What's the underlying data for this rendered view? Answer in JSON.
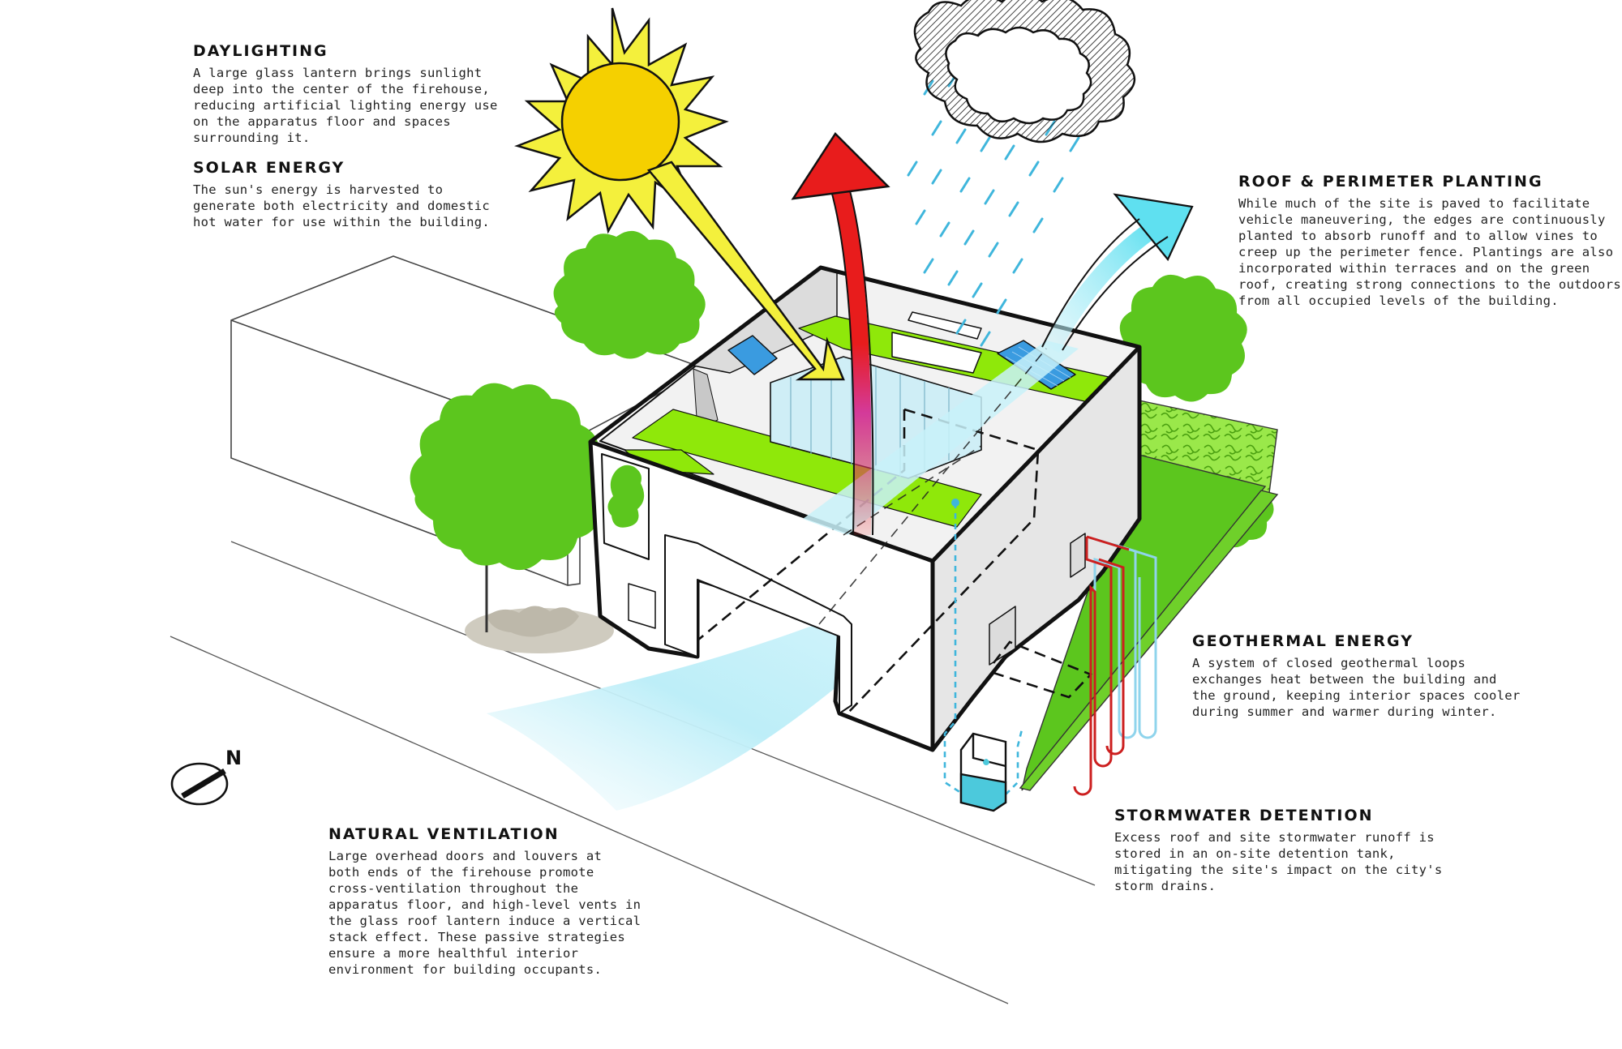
{
  "sections": [
    {
      "key": "daylighting",
      "title": "DAYLIGHTING",
      "body": "A large glass lantern brings sunlight\ndeep into the center of the firehouse,\nreducing artificial lighting energy use\non the apparatus floor and spaces\nsurrounding it."
    },
    {
      "key": "solar",
      "title": "SOLAR ENERGY",
      "body": "The sun's energy is harvested to\ngenerate both electricity and domestic\nhot water for use within the building."
    },
    {
      "key": "planting",
      "title": "ROOF & PERIMETER PLANTING",
      "body": "While much of the site is paved to facilitate\nvehicle maneuvering, the edges are continuously\nplanted to absorb runoff and to allow vines to\ncreep up the perimeter fence.  Plantings are also\nincorporated within terraces and on the green\nroof, creating strong connections to the outdoors\nfrom all occupied levels of the building."
    },
    {
      "key": "geothermal",
      "title": "GEOTHERMAL ENERGY",
      "body": "A system of closed geothermal loops\nexchanges heat between the building and\nthe ground, keeping interior spaces cooler\nduring summer and warmer during winter."
    },
    {
      "key": "stormwater",
      "title": "STORMWATER DETENTION",
      "body": "Excess roof and site stormwater runoff is\nstored in an on-site detention tank,\nmitigating the site's impact on the city's\nstorm drains."
    },
    {
      "key": "ventilation",
      "title": "NATURAL VENTILATION",
      "body": "Large overhead doors and louvers at\nboth ends of the firehouse promote\ncross-ventilation throughout the\napparatus floor, and high-level vents in\nthe glass roof lantern induce a vertical\nstack effect.  These passive strategies\nensure a more healthful interior\nenvironment for building occupants."
    }
  ],
  "north_label": "N",
  "colors": {
    "sun": "#f5d000",
    "sun_ray": "#f4f03c",
    "hot_air": "#e81c1c",
    "cool_air": "#5fe0f0",
    "rain": "#3fb6dc",
    "green": "#5cc61e",
    "green_roof": "#8fe80a",
    "solar_panel": "#3a9be0",
    "glass": "#cfeef6",
    "ventilation": "#bfeef8",
    "water": "#4cc9dc",
    "geo_hot": "#cc1f1f",
    "geo_cold": "#8fd4ec",
    "building": "#ffffff",
    "line": "#111111"
  },
  "icons": [
    "sun-icon",
    "rain-cloud-icon",
    "north-compass-icon",
    "hot-air-arrow-icon",
    "cool-air-arrow-icon",
    "tree-icon",
    "solar-panel-icon",
    "detention-tank-icon"
  ]
}
